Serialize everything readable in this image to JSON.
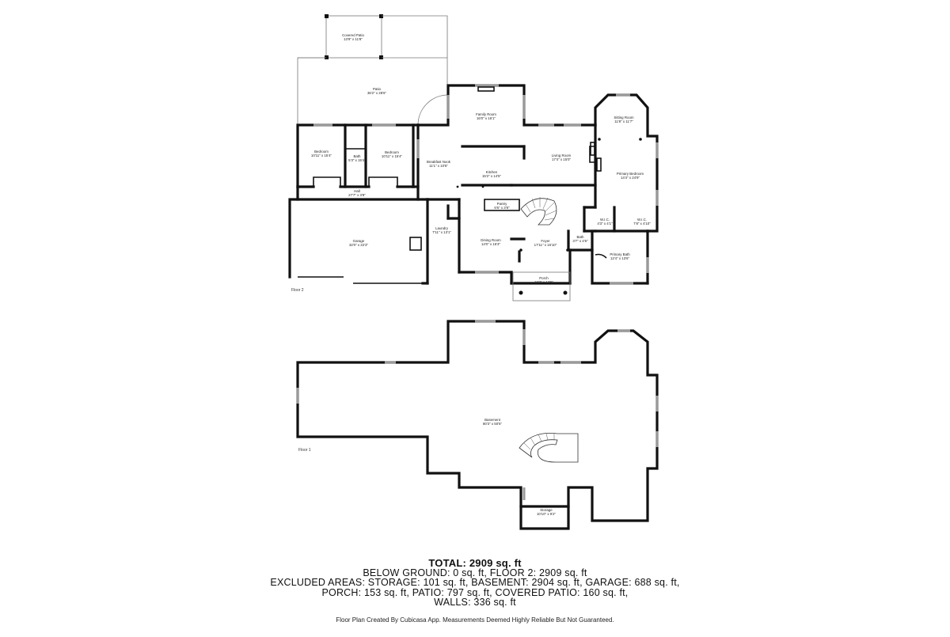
{
  "floor2": {
    "label": "Floor 2",
    "rooms": {
      "covered_patio": {
        "name": "Covered Patio",
        "dims": "13'9\" x 11'8\""
      },
      "patio": {
        "name": "Patio",
        "dims": "36'2\" x 28'6\""
      },
      "family_room": {
        "name": "Family Room",
        "dims": "16'0\" x 16'1\""
      },
      "sitting_room": {
        "name": "Sitting Room",
        "dims": "11'8\" x 11'7\""
      },
      "bedroom_1": {
        "name": "Bedroom",
        "dims": "10'11\" x 15'4\""
      },
      "bath_1": {
        "name": "Bath",
        "dims": "5'3\" x 15'4\""
      },
      "bedroom_2": {
        "name": "Bedroom",
        "dims": "10'11\" x 15'4\""
      },
      "breakfast_nook": {
        "name": "Breakfast Nook",
        "dims": "11'1\" x 10'5\""
      },
      "living_room": {
        "name": "Living Room",
        "dims": "17'4\" x 15'0\""
      },
      "kitchen": {
        "name": "Kitchen",
        "dims": "15'2\" x 14'5\""
      },
      "primary_bedroom": {
        "name": "Primary Bedroom",
        "dims": "14'4\" x 24'9\""
      },
      "hall": {
        "name": "Hall",
        "dims": "27'7\" x 3'8\""
      },
      "pantry": {
        "name": "Pantry",
        "dims": "6'6\" x 3'8\""
      },
      "wic_1": {
        "name": "W.I.C.",
        "dims": "4'3\" x 4'1\""
      },
      "wic_2": {
        "name": "W.I.C.",
        "dims": "7'8\" x 4'10\""
      },
      "laundry": {
        "name": "Laundry",
        "dims": "7'11\" x 13'1\""
      },
      "garage": {
        "name": "Garage",
        "dims": "32'0\" x 22'3\""
      },
      "dining_room": {
        "name": "Dining Room",
        "dims": "14'0\" x 16'3\""
      },
      "foyer": {
        "name": "Foyer",
        "dims": "17'11\" x 16'10\""
      },
      "bath_2": {
        "name": "Bath",
        "dims": "3'7\" x 4'6\""
      },
      "primary_bath": {
        "name": "Primary Bath",
        "dims": "12'4\" x 13'6\""
      },
      "porch": {
        "name": "Porch",
        "dims": "13'7\" x 12'5\""
      }
    }
  },
  "floor1": {
    "label": "Floor 1",
    "rooms": {
      "basement": {
        "name": "Basement",
        "dims": "80'3\" x 50'5\""
      },
      "storage": {
        "name": "Storage",
        "dims": "10'10\" x 9'2\""
      }
    }
  },
  "summary": {
    "total": "TOTAL: 2909 sq. ft",
    "line1": "BELOW GROUND: 0 sq. ft, FLOOR 2: 2909 sq. ft",
    "line2": "EXCLUDED AREAS: STORAGE: 101 sq. ft, BASEMENT: 2904 sq. ft, GARAGE: 688 sq. ft,",
    "line3": "PORCH: 153 sq. ft, PATIO: 797 sq. ft, COVERED PATIO: 160 sq. ft,",
    "line4": "WALLS: 336 sq. ft"
  },
  "disclaimer": "Floor Plan Created By Cubicasa App. Measurements Deemed Highly Reliable But Not Guaranteed."
}
